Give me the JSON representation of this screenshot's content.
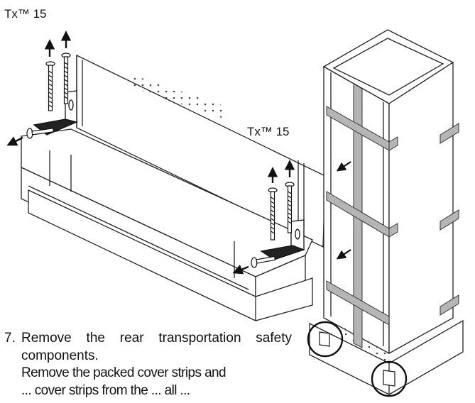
{
  "labels": {
    "tool_left": "Tx™ 15",
    "tool_right": "Tx™ 15"
  },
  "step": {
    "number": "7.",
    "text": "Remove the rear transportation safety components."
  },
  "note": {
    "line1": "Remove the packed cover strips and",
    "line2": "... cover strips from the ... all ..."
  },
  "colors": {
    "line": "#222222",
    "strap": "#b5b5b5"
  }
}
